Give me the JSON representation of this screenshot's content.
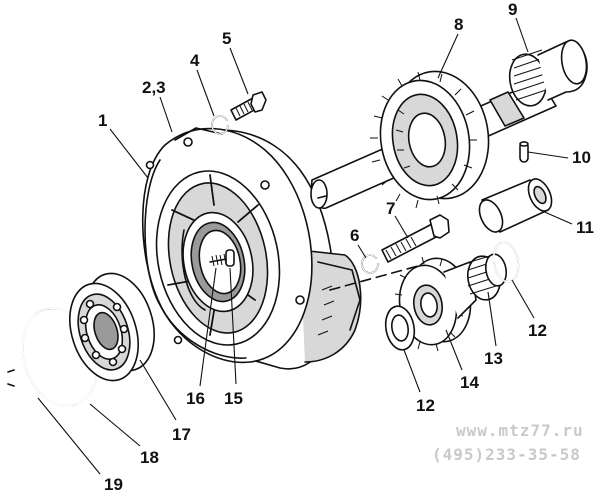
{
  "callouts": {
    "c1": "1",
    "c23": "2,3",
    "c4": "4",
    "c5": "5",
    "c6": "6",
    "c7": "7",
    "c8": "8",
    "c9": "9",
    "c10": "10",
    "c11": "11",
    "c12a": "12",
    "c12b": "12",
    "c13": "13",
    "c14": "14",
    "c15": "15",
    "c16": "16",
    "c17": "17",
    "c18": "18",
    "c19": "19"
  },
  "watermark": {
    "site": "www.mtz77.ru",
    "phone": "(495)233-35-58"
  },
  "colors": {
    "ink": "#111111",
    "watermark": "#c9c9c9",
    "background": "#ffffff"
  }
}
